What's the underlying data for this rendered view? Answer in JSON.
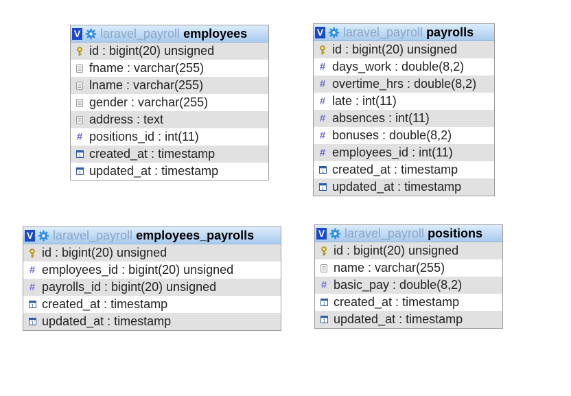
{
  "tables": [
    {
      "id": "employees",
      "db": "laravel_payroll",
      "name": "employees",
      "fields": [
        {
          "text": "id : bigint(20) unsigned",
          "icon": "key-icon"
        },
        {
          "text": "fname : varchar(255)",
          "icon": "text-field-icon"
        },
        {
          "text": "lname : varchar(255)",
          "icon": "text-field-icon"
        },
        {
          "text": "gender : varchar(255)",
          "icon": "text-field-icon"
        },
        {
          "text": "address : text",
          "icon": "text-field-icon"
        },
        {
          "text": "positions_id : int(11)",
          "icon": "numeric-field-icon"
        },
        {
          "text": "created_at : timestamp",
          "icon": "date-field-icon"
        },
        {
          "text": "updated_at : timestamp",
          "icon": "date-field-icon"
        }
      ]
    },
    {
      "id": "payrolls",
      "db": "laravel_payroll",
      "name": "payrolls",
      "fields": [
        {
          "text": "id : bigint(20) unsigned",
          "icon": "key-icon"
        },
        {
          "text": "days_work : double(8,2)",
          "icon": "numeric-field-icon"
        },
        {
          "text": "overtime_hrs : double(8,2)",
          "icon": "numeric-field-icon"
        },
        {
          "text": "late : int(11)",
          "icon": "numeric-field-icon"
        },
        {
          "text": "absences : int(11)",
          "icon": "numeric-field-icon"
        },
        {
          "text": "bonuses : double(8,2)",
          "icon": "numeric-field-icon"
        },
        {
          "text": "employees_id : int(11)",
          "icon": "numeric-field-icon"
        },
        {
          "text": "created_at : timestamp",
          "icon": "date-field-icon"
        },
        {
          "text": "updated_at : timestamp",
          "icon": "date-field-icon"
        }
      ]
    },
    {
      "id": "employees_payrolls",
      "db": "laravel_payroll",
      "name": "employees_payrolls",
      "fields": [
        {
          "text": "id : bigint(20) unsigned",
          "icon": "key-icon"
        },
        {
          "text": "employees_id : bigint(20) unsigned",
          "icon": "numeric-field-icon"
        },
        {
          "text": "payrolls_id : bigint(20) unsigned",
          "icon": "numeric-field-icon"
        },
        {
          "text": "created_at : timestamp",
          "icon": "date-field-icon"
        },
        {
          "text": "updated_at : timestamp",
          "icon": "date-field-icon"
        }
      ]
    },
    {
      "id": "positions",
      "db": "laravel_payroll",
      "name": "positions",
      "fields": [
        {
          "text": "id : bigint(20) unsigned",
          "icon": "key-icon"
        },
        {
          "text": "name : varchar(255)",
          "icon": "text-field-icon"
        },
        {
          "text": "basic_pay : double(8,2)",
          "icon": "numeric-field-icon"
        },
        {
          "text": "created_at : timestamp",
          "icon": "date-field-icon"
        },
        {
          "text": "updated_at : timestamp",
          "icon": "date-field-icon"
        }
      ]
    }
  ]
}
